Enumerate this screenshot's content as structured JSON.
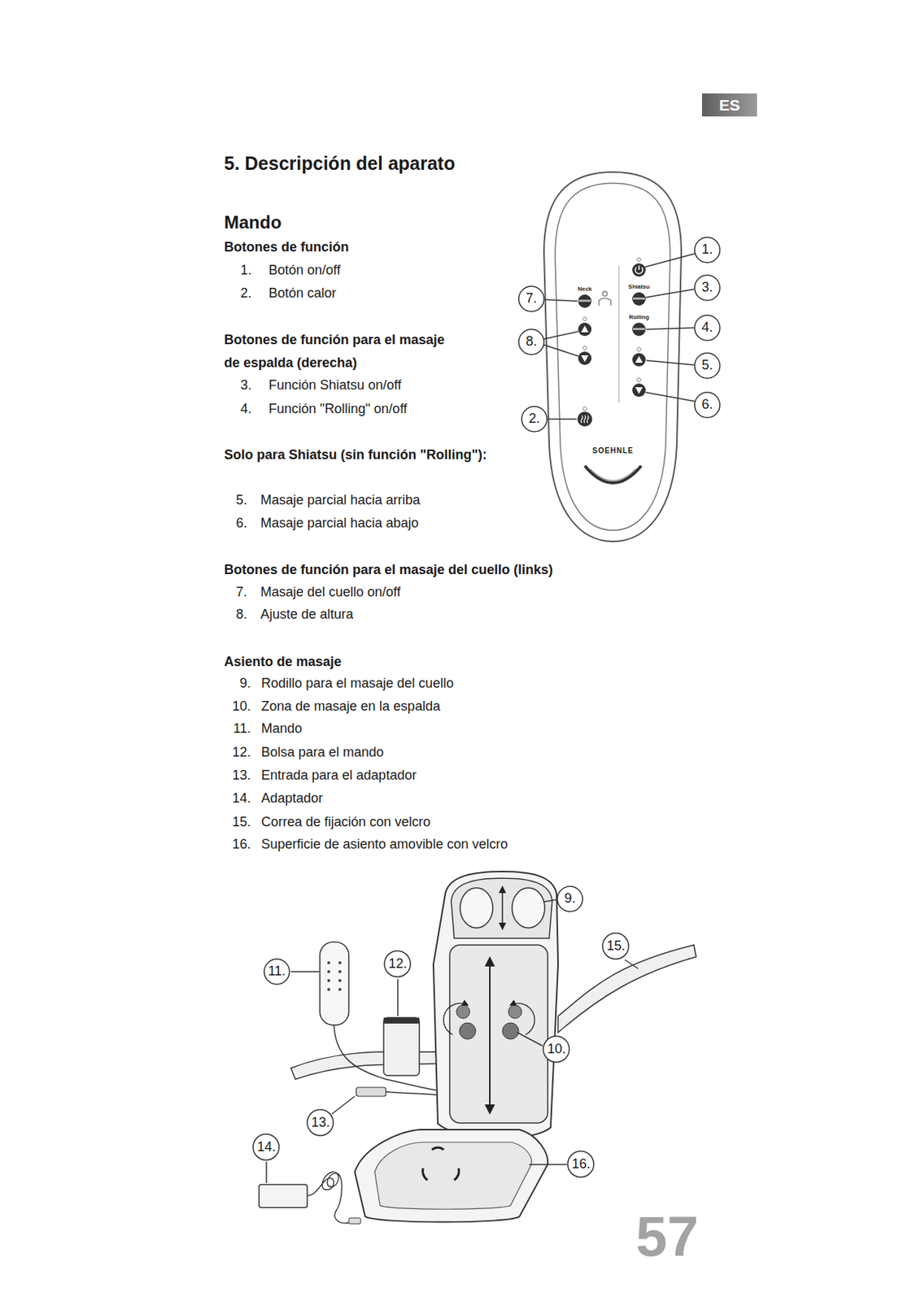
{
  "diagram": {
    "title": "5. Descripción del aparato",
    "nodes": [
      {
        "text": [
          "ES"
        ]
      },
      {
        "text": [
          "1."
        ]
      },
      {
        "text": [
          "3."
        ]
      },
      {
        "text": [
          "7."
        ]
      },
      {
        "text": [
          "4."
        ]
      },
      {
        "text": [
          "8."
        ]
      },
      {
        "text": [
          "5."
        ]
      },
      {
        "text": [
          "6."
        ]
      },
      {
        "text": [
          "2."
        ]
      },
      {
        "text": [
          "9."
        ]
      },
      {
        "text": [
          "15."
        ]
      },
      {
        "text": [
          "12."
        ]
      },
      {
        "text": [
          "11."
        ]
      },
      {
        "text": [
          "10."
        ]
      },
      {
        "text": [
          "13."
        ]
      },
      {
        "text": [
          "14."
        ]
      },
      {
        "text": [
          "16."
        ]
      }
    ],
    "labels": [
      "Mando",
      "Botones de función",
      "1.",
      "Botón on/off",
      "2.",
      "Botón calor",
      "Botones de función para el masaje de espalda (derecha)",
      "3.",
      "Función Shiatsu on/off",
      "4.",
      "Función \"Rolling\" on/off",
      "Solo para Shiatsu (sin función \"Rolling\"):",
      "5.",
      "Masaje parcial hacia arriba",
      "6.",
      "Masaje parcial hacia abajo",
      "Botones de función para el masaje del cuello (links)",
      "7.",
      "Masaje del cuello on/off",
      "8.",
      "Ajuste de altura",
      "Asiento de masaje",
      "9.",
      "Rodillo para el masaje del cuello",
      "10.",
      "Zona de masaje en la espalda",
      "11.",
      "Mando",
      "12.",
      "Bolsa para el mando",
      "13.",
      "Entrada para el adaptador",
      "14.",
      "Adaptador",
      "15.",
      "Correa de fijación con velcro",
      "16.",
      "Superficie de asiento amovible con velcro",
      "Neck",
      "Shiatsu",
      "Rolling",
      "SOEHNLE",
      "57"
    ]
  }
}
